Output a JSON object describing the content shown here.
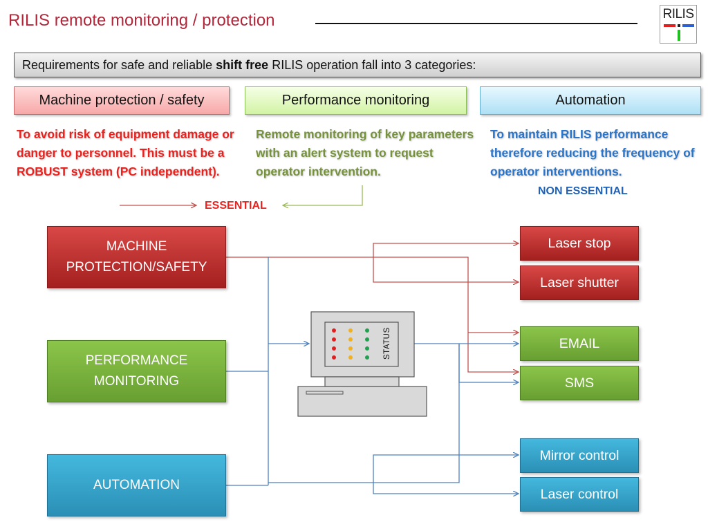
{
  "title": "RILIS remote monitoring / protection",
  "logo": {
    "text": "RILIS",
    "colors": {
      "red": "#e02020",
      "blue": "#2c5fd6",
      "green": "#1fc01f"
    }
  },
  "requirements": {
    "prefix": "Requirements for safe and reliable ",
    "bold": "shift free",
    "suffix": " RILIS operation fall into 3 categories:"
  },
  "categories": [
    {
      "label": "Machine protection / safety",
      "color": "#f7a8a8"
    },
    {
      "label": "Performance monitoring",
      "color": "#d2f3a4"
    },
    {
      "label": "Automation",
      "color": "#aee0f5"
    }
  ],
  "descriptions": {
    "machine": "To avoid risk of equipment damage or danger to personnel. This must be a ROBUST system (PC independent).",
    "performance": "Remote monitoring of key parameters  with an alert system to request operator intervention.",
    "automation": "To maintain RILIS performance therefore reducing the frequency of operator interventions."
  },
  "tags": {
    "essential": "ESSENTIAL",
    "non_essential": "NON ESSENTIAL"
  },
  "sources": {
    "machine": "MACHINE PROTECTION/SAFETY",
    "performance": "PERFORMANCE MONITORING",
    "automation": "AUTOMATION"
  },
  "computer": {
    "status_label": "STATUS",
    "led_colors": [
      "#e02020",
      "#f0b020",
      "#20a050"
    ]
  },
  "outputs": {
    "laser_stop": "Laser stop",
    "laser_shutter": "Laser shutter",
    "email": "EMAIL",
    "sms": "SMS",
    "mirror_control": "Mirror control",
    "laser_control": "Laser control"
  },
  "line_colors": {
    "red": "#c0504d",
    "blue": "#4f81bd",
    "green": "#9bbb59"
  }
}
